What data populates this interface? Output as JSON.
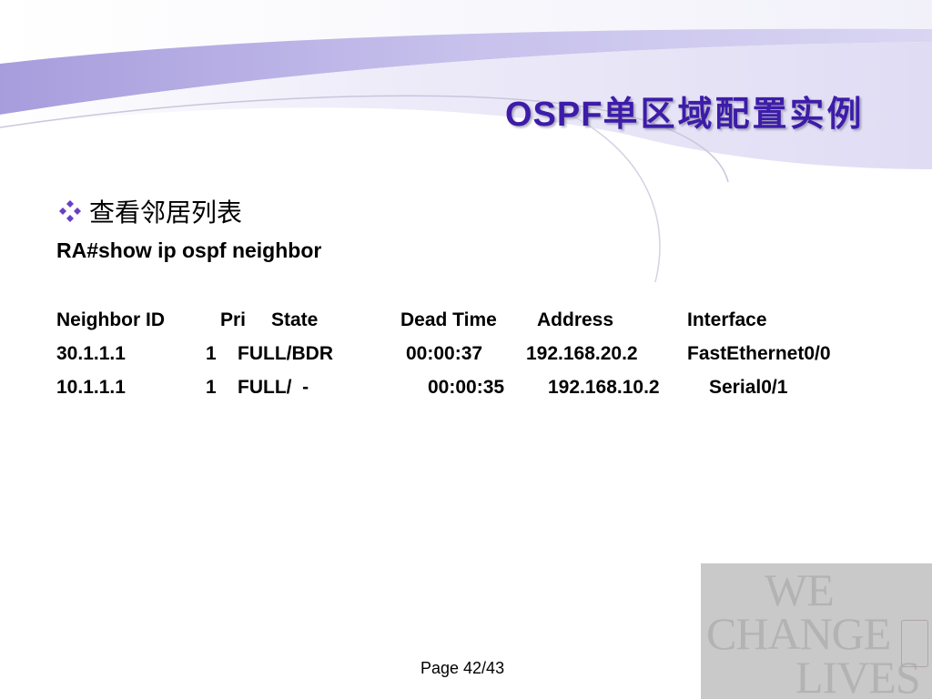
{
  "slide": {
    "title_latin": "OSPF",
    "title_cjk": "单区域配置实例",
    "bullet": "查看邻居列表",
    "command": "RA#show ip ospf neighbor",
    "table": {
      "headers": [
        "Neighbor ID",
        "Pri",
        "State",
        "Dead Time",
        "Address",
        "Interface"
      ],
      "rows": [
        [
          "30.1.1.1",
          "1",
          "FULL/BDR",
          "00:00:37",
          "192.168.20.2",
          "FastEthernet0/0"
        ],
        [
          "10.1.1.1",
          "1",
          "FULL/  -",
          "00:00:35",
          "192.168.10.2",
          "Serial0/1"
        ]
      ]
    },
    "page_label": "Page 42/43"
  },
  "watermark": {
    "lines": [
      "WE",
      "CHANGE",
      "LIVES"
    ]
  },
  "colors": {
    "title": "#3d1ca8",
    "bullet": "#6a3fc4",
    "swoosh_dark": "#a99fe0",
    "swoosh_light": "#e6e3f6",
    "watermark_bg": "#c9c9c9"
  },
  "icons": {
    "bullet": "diamond-cluster-bullet-icon"
  }
}
